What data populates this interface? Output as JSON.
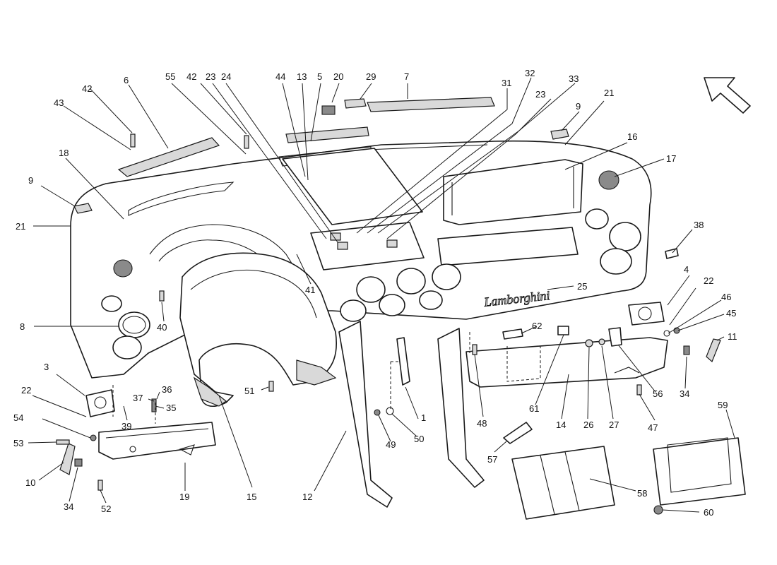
{
  "diagram": {
    "brand_text": "Lamborghini",
    "direction_arrow": "arrow-up-left-icon",
    "callouts": [
      {
        "id": "c1",
        "label": "1"
      },
      {
        "id": "c3",
        "label": "3"
      },
      {
        "id": "c4",
        "label": "4"
      },
      {
        "id": "c5",
        "label": "5"
      },
      {
        "id": "c6",
        "label": "6"
      },
      {
        "id": "c7",
        "label": "7"
      },
      {
        "id": "c8",
        "label": "8"
      },
      {
        "id": "c9a",
        "label": "9"
      },
      {
        "id": "c9b",
        "label": "9"
      },
      {
        "id": "c10",
        "label": "10"
      },
      {
        "id": "c11",
        "label": "11"
      },
      {
        "id": "c12",
        "label": "12"
      },
      {
        "id": "c13",
        "label": "13"
      },
      {
        "id": "c14",
        "label": "14"
      },
      {
        "id": "c15",
        "label": "15"
      },
      {
        "id": "c16",
        "label": "16"
      },
      {
        "id": "c17",
        "label": "17"
      },
      {
        "id": "c18",
        "label": "18"
      },
      {
        "id": "c19",
        "label": "19"
      },
      {
        "id": "c20",
        "label": "20"
      },
      {
        "id": "c21a",
        "label": "21"
      },
      {
        "id": "c21b",
        "label": "21"
      },
      {
        "id": "c22a",
        "label": "22"
      },
      {
        "id": "c22b",
        "label": "22"
      },
      {
        "id": "c23a",
        "label": "23"
      },
      {
        "id": "c23b",
        "label": "23"
      },
      {
        "id": "c24",
        "label": "24"
      },
      {
        "id": "c25",
        "label": "25"
      },
      {
        "id": "c26",
        "label": "26"
      },
      {
        "id": "c27",
        "label": "27"
      },
      {
        "id": "c29",
        "label": "29"
      },
      {
        "id": "c31",
        "label": "31"
      },
      {
        "id": "c32",
        "label": "32"
      },
      {
        "id": "c33",
        "label": "33"
      },
      {
        "id": "c34a",
        "label": "34"
      },
      {
        "id": "c34b",
        "label": "34"
      },
      {
        "id": "c35",
        "label": "35"
      },
      {
        "id": "c36",
        "label": "36"
      },
      {
        "id": "c37",
        "label": "37"
      },
      {
        "id": "c38",
        "label": "38"
      },
      {
        "id": "c39",
        "label": "39"
      },
      {
        "id": "c40",
        "label": "40"
      },
      {
        "id": "c41",
        "label": "41"
      },
      {
        "id": "c42a",
        "label": "42"
      },
      {
        "id": "c42b",
        "label": "42"
      },
      {
        "id": "c43",
        "label": "43"
      },
      {
        "id": "c44",
        "label": "44"
      },
      {
        "id": "c45",
        "label": "45"
      },
      {
        "id": "c46",
        "label": "46"
      },
      {
        "id": "c47",
        "label": "47"
      },
      {
        "id": "c48",
        "label": "48"
      },
      {
        "id": "c49",
        "label": "49"
      },
      {
        "id": "c50",
        "label": "50"
      },
      {
        "id": "c51",
        "label": "51"
      },
      {
        "id": "c52",
        "label": "52"
      },
      {
        "id": "c53",
        "label": "53"
      },
      {
        "id": "c54",
        "label": "54"
      },
      {
        "id": "c55",
        "label": "55"
      },
      {
        "id": "c56",
        "label": "56"
      },
      {
        "id": "c57",
        "label": "57"
      },
      {
        "id": "c58",
        "label": "58"
      },
      {
        "id": "c59",
        "label": "59"
      },
      {
        "id": "c60",
        "label": "60"
      },
      {
        "id": "c61",
        "label": "61"
      },
      {
        "id": "c62",
        "label": "62"
      }
    ]
  }
}
